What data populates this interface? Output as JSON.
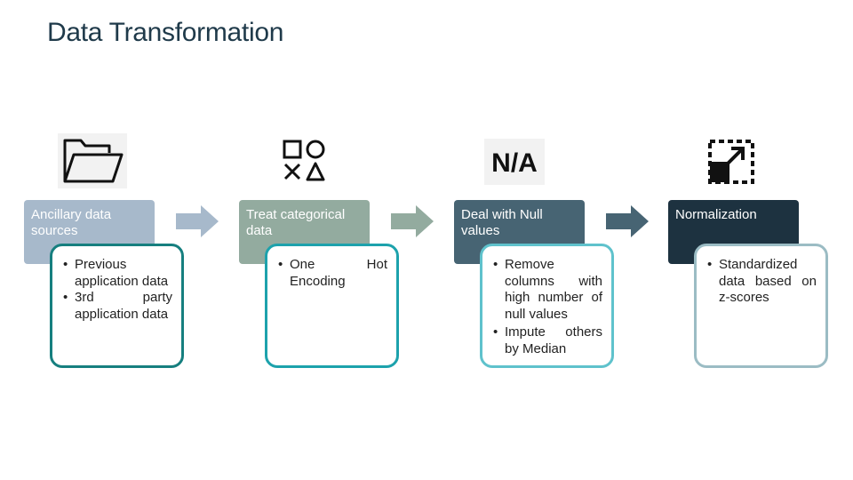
{
  "title": "Data Transformation",
  "steps": [
    {
      "icon": "folder-icon",
      "label": "Ancillary data sources",
      "box_color": "#a7b9cb",
      "border_color": "#167f7f",
      "bullets": [
        "Previous application data",
        "3rd party application data"
      ]
    },
    {
      "icon": "shapes-icon",
      "label": "Treat categorical data",
      "box_color": "#93ab9f",
      "border_color": "#1da2ac",
      "bullets": [
        "One Hot Encoding"
      ]
    },
    {
      "icon": "na-icon",
      "icon_text": "N/A",
      "label": "Deal with Null values",
      "box_color": "#476473",
      "border_color": "#5fc2cc",
      "bullets": [
        "Remove columns with high number of null values",
        "Impute others by Median"
      ]
    },
    {
      "icon": "resize-icon",
      "label": "Normalization",
      "box_color": "#1d3240",
      "border_color": "#9bbcc4",
      "bullets": [
        "Standardized data based on z-scores"
      ]
    }
  ],
  "arrows": [
    {
      "color": "#a7b9cb"
    },
    {
      "color": "#93ab9f"
    },
    {
      "color": "#476473"
    }
  ]
}
